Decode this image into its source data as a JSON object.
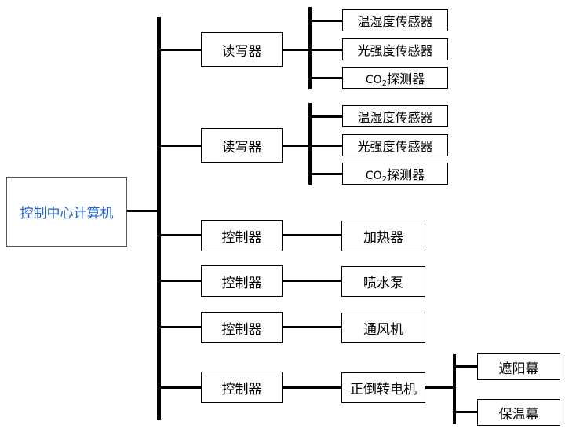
{
  "colors": {
    "line": "#000000",
    "main_text": "#1f5fd6",
    "text": "#000000"
  },
  "central": {
    "label": "控制中心计算机"
  },
  "readers": [
    {
      "label": "读写器",
      "sensors": [
        {
          "label": "温湿度传感器"
        },
        {
          "label": "光强度传感器"
        },
        {
          "label_pre": "CO",
          "label_sub": "2",
          "label_post": "探测器"
        }
      ]
    },
    {
      "label": "读写器",
      "sensors": [
        {
          "label": "温湿度传感器"
        },
        {
          "label": "光强度传感器"
        },
        {
          "label_pre": "CO",
          "label_sub": "2",
          "label_post": "探测器"
        }
      ]
    }
  ],
  "controllers": [
    {
      "label": "控制器",
      "device": "加热器"
    },
    {
      "label": "控制器",
      "device": "喷水泵"
    },
    {
      "label": "控制器",
      "device": "通风机"
    },
    {
      "label": "控制器",
      "device": "正倒转电机"
    }
  ],
  "motor_outputs": [
    {
      "label": "遮阳幕"
    },
    {
      "label": "保温幕"
    }
  ]
}
